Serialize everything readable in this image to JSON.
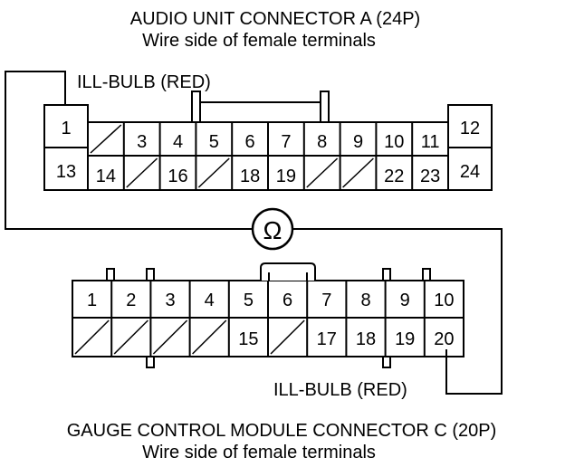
{
  "connector_a": {
    "title": "AUDIO UNIT CONNECTOR A (24P)",
    "subtitle": "Wire side of female terminals",
    "top_row": [
      "1",
      "",
      "3",
      "4",
      "5",
      "6",
      "7",
      "8",
      "9",
      "10",
      "11",
      "12"
    ],
    "bottom_row": [
      "13",
      "14",
      "",
      "16",
      "",
      "18",
      "19",
      "",
      "",
      "22",
      "23",
      "24"
    ]
  },
  "connector_c": {
    "title": "GAUGE CONTROL MODULE CONNECTOR C (20P)",
    "subtitle": "Wire side of female terminals",
    "top_row": [
      "1",
      "2",
      "3",
      "4",
      "5",
      "6",
      "7",
      "8",
      "9",
      "10"
    ],
    "bottom_row": [
      "",
      "",
      "",
      "",
      "15",
      "",
      "17",
      "18",
      "19",
      "20"
    ]
  },
  "labels": {
    "wire_a": "ILL-BULB (RED)",
    "wire_c": "ILL-BULB (RED)",
    "meter_symbol": "Ω"
  }
}
